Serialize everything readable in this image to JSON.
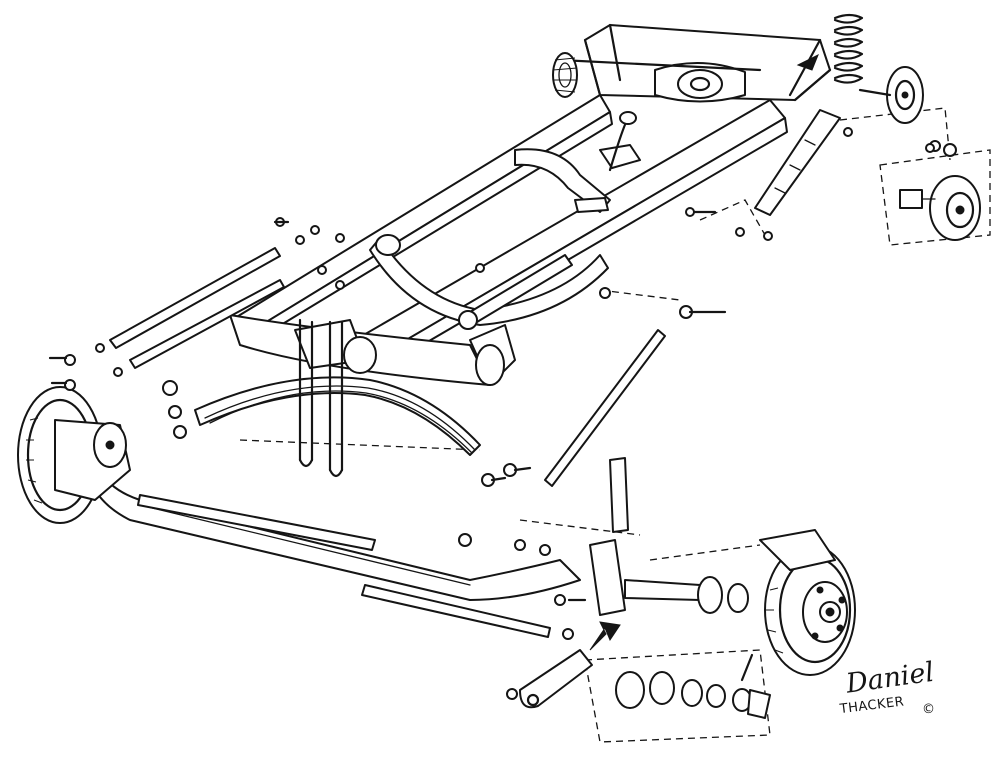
{
  "illustration": {
    "subject": "exploded-chassis-frame",
    "colors": {
      "ink": "#151515",
      "paper": "#ffffff"
    }
  },
  "signature": {
    "name": "Daniel",
    "surname": "THACKER",
    "mark": "©"
  }
}
